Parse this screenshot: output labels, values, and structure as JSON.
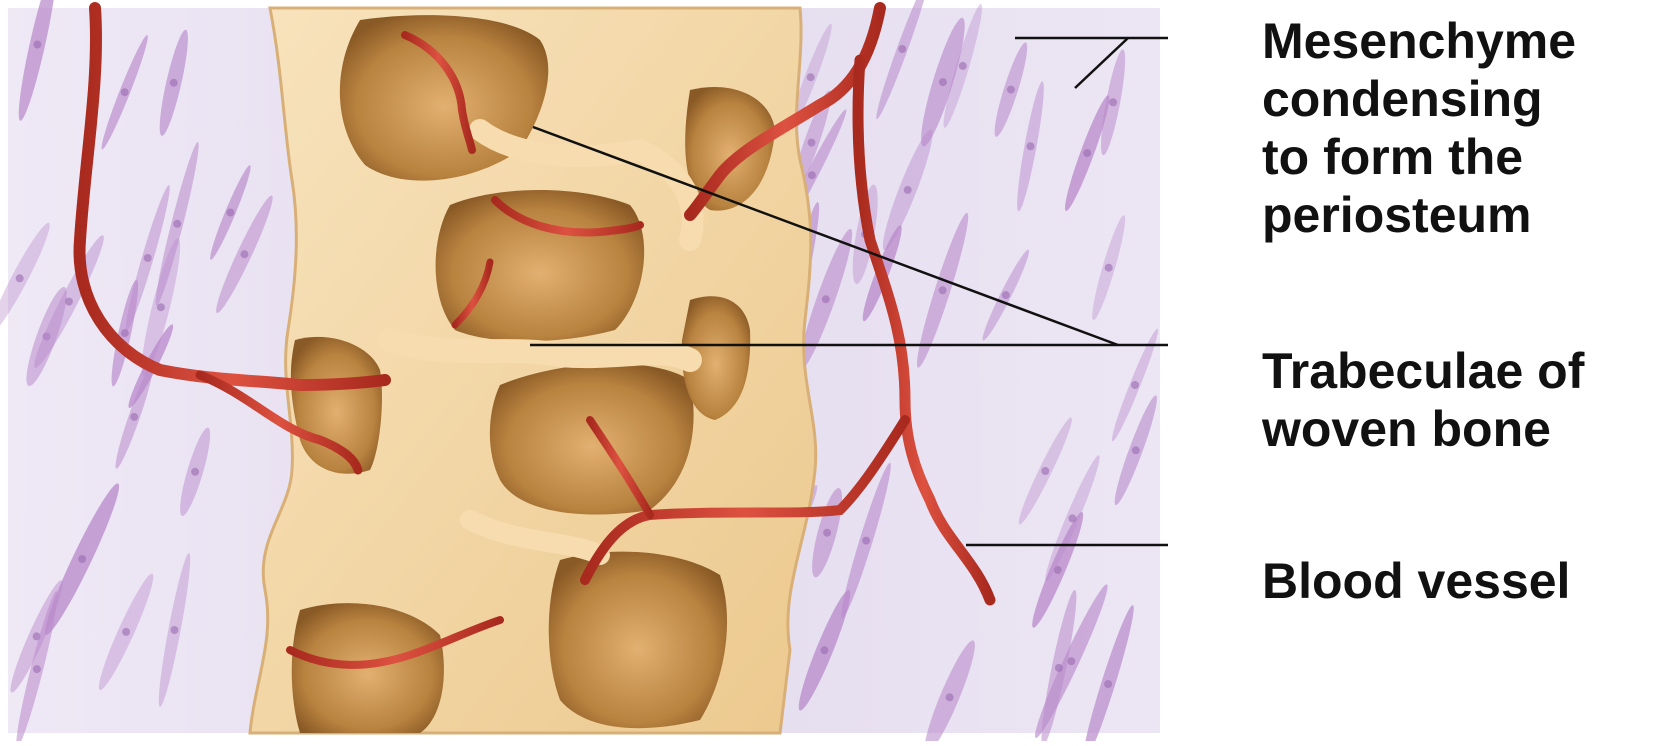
{
  "figure": {
    "labels": {
      "mesenchyme": [
        "Mesenchyme",
        "condensing",
        "to form the",
        "periosteum"
      ],
      "trabeculae": [
        "Trabeculae of",
        "woven bone"
      ],
      "vessel": [
        "Blood vessel"
      ]
    }
  },
  "colors": {
    "background_tissue": "#e6e0f0",
    "mesenchyme_cells": "#b98acb",
    "bone": "#f3d6a6",
    "bone_shadow": "#c9975a",
    "blood_vessel": "#c63a2c",
    "leader_lines": "#111111"
  }
}
